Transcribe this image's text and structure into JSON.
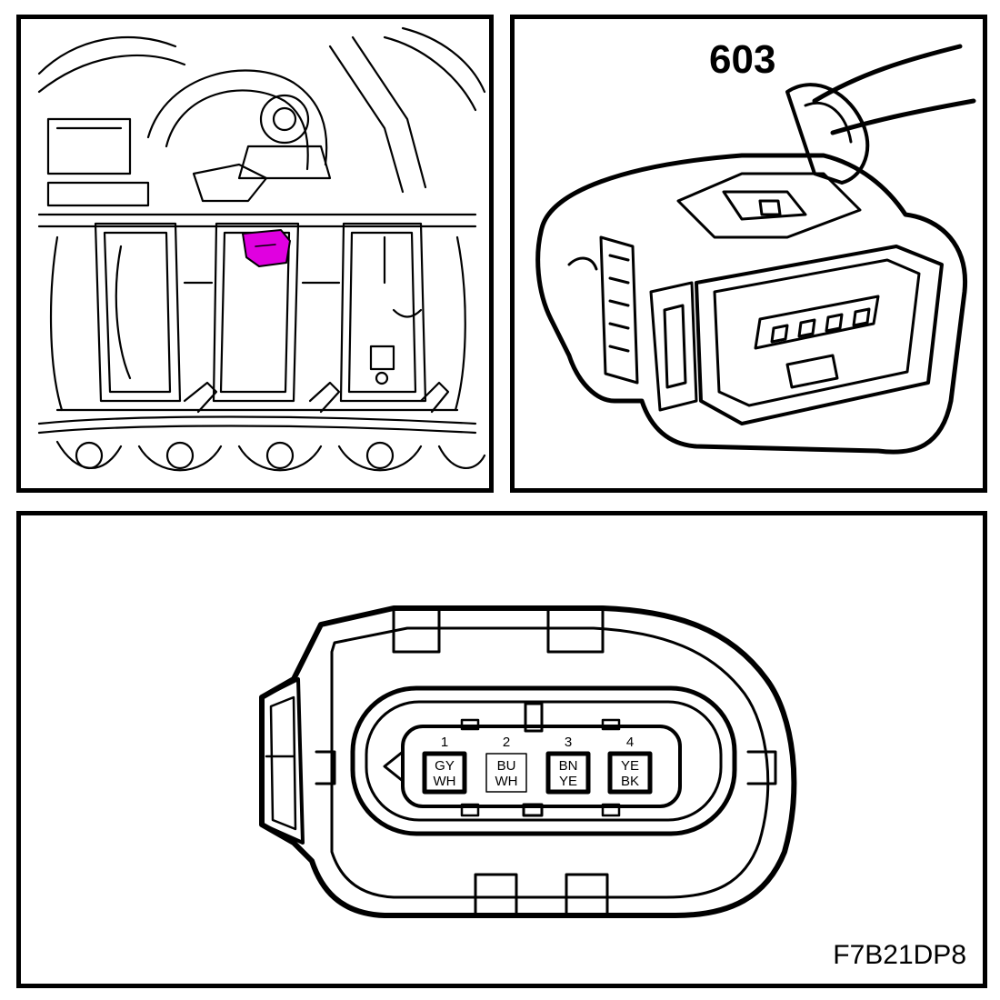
{
  "connector_ref": "603",
  "figure_code": "F7B21DP8",
  "colors": {
    "highlight": "#e000e0",
    "line": "#000000",
    "background": "#ffffff"
  },
  "pins": [
    {
      "number": "1",
      "line1": "GY",
      "line2": "WH",
      "bold": true
    },
    {
      "number": "2",
      "line1": "BU",
      "line2": "WH",
      "bold": false
    },
    {
      "number": "3",
      "line1": "BN",
      "line2": "YE",
      "bold": true
    },
    {
      "number": "4",
      "line1": "YE",
      "line2": "BK",
      "bold": true
    }
  ]
}
